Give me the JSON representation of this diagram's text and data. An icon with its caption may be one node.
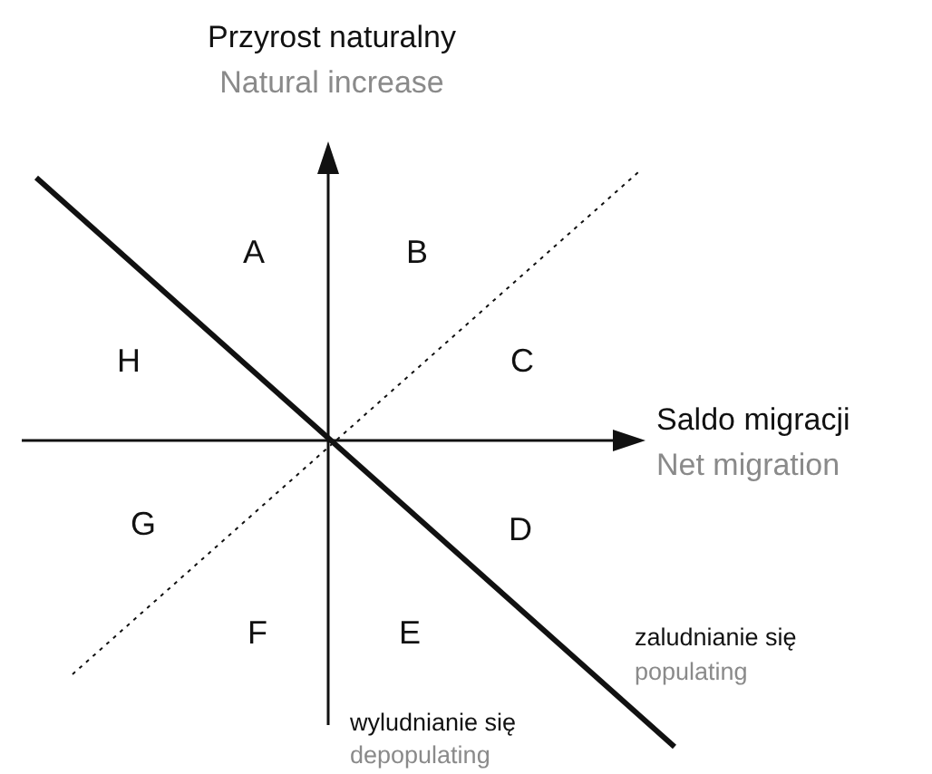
{
  "diagram": {
    "labels": [
      "Przyrost naturalny",
      "Natural increase",
      "A",
      "B",
      "H",
      "C",
      "Saldo migracji",
      "Net migration",
      "G",
      "D",
      "F",
      "E",
      "zaludnianie się",
      "populating",
      "wyludnianie się",
      "depopulating"
    ]
  }
}
